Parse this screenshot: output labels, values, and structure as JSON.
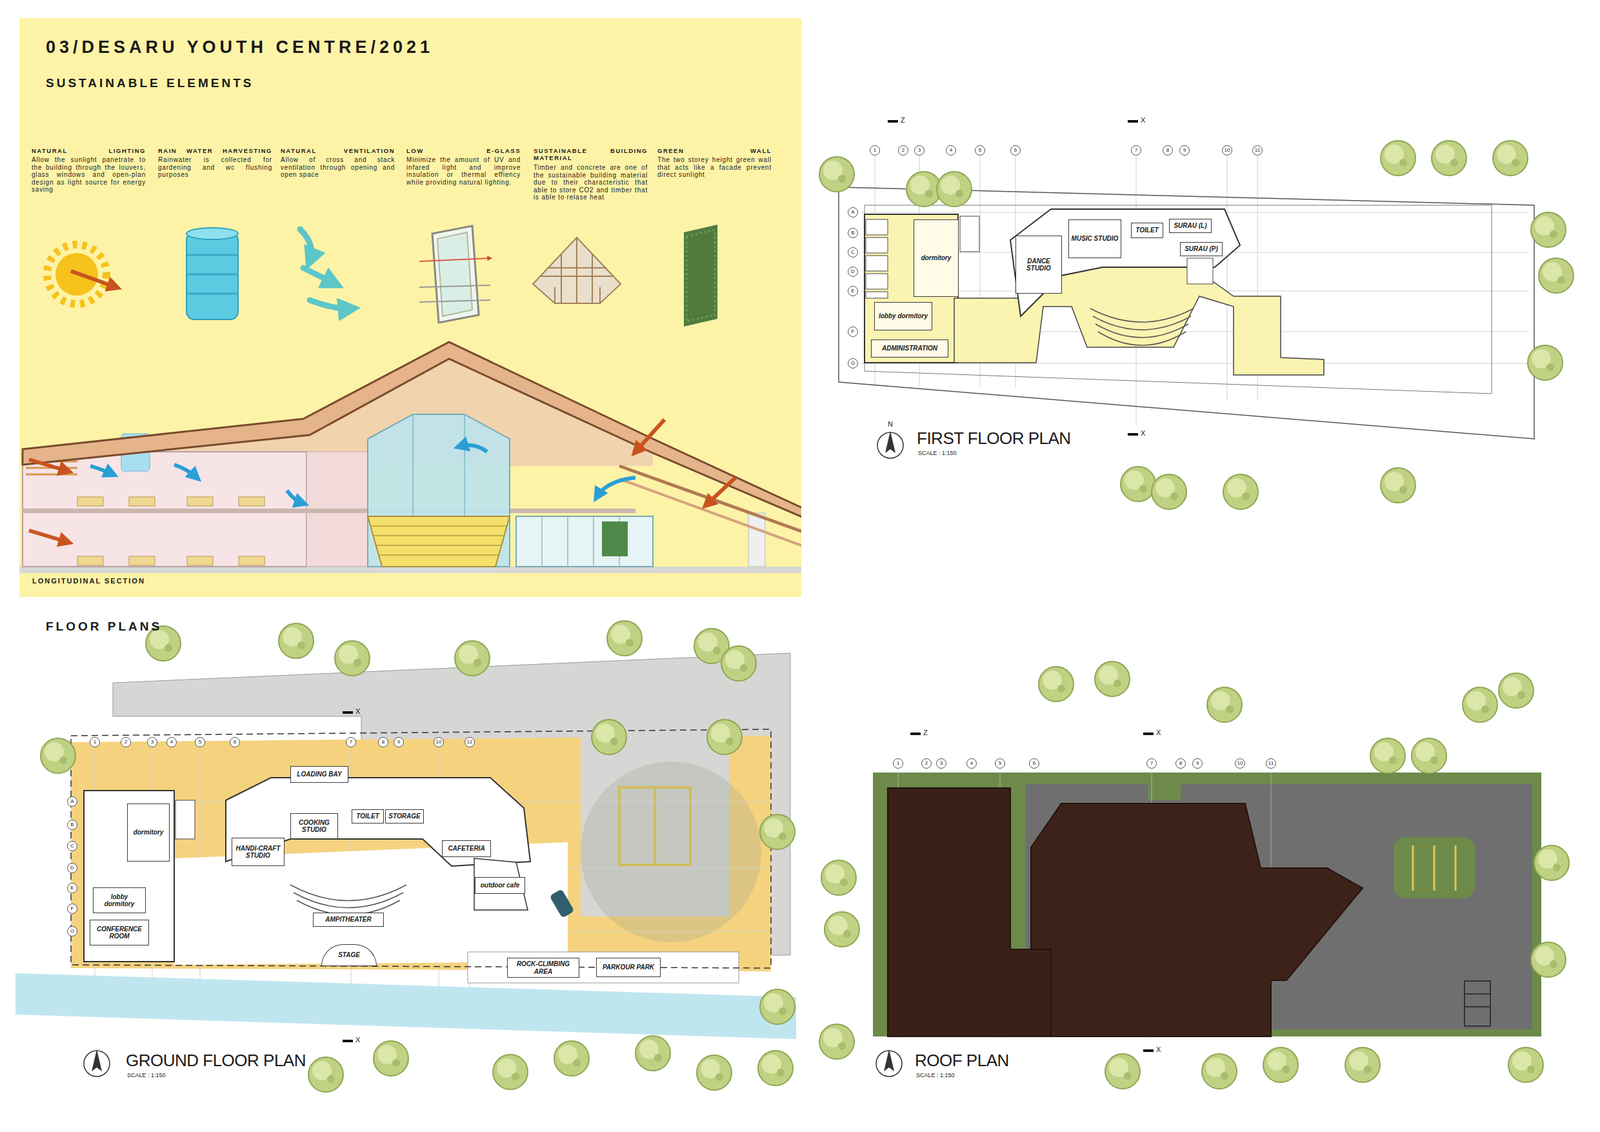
{
  "diagram": {
    "title": "03/DESARU YOUTH CENTRE/2021",
    "nodes": [
      {
        "text": [
          "dormitory"
        ]
      },
      {
        "text": [
          "lobby dormitory"
        ]
      },
      {
        "text": [
          "ADMINISTRATION"
        ]
      },
      {
        "text": [
          "DANCE STUDIO"
        ]
      },
      {
        "text": [
          "MUSIC STUDIO"
        ]
      },
      {
        "text": [
          "TOILET"
        ]
      },
      {
        "text": [
          "SURAU (L)"
        ]
      },
      {
        "text": [
          "SURAU (P)"
        ]
      },
      {
        "text": [
          "LOADING BAY"
        ]
      },
      {
        "text": [
          "HANDI-CRAFT STUDIO"
        ]
      },
      {
        "text": [
          "COOKING STUDIO"
        ]
      },
      {
        "text": [
          "TOILET"
        ]
      },
      {
        "text": [
          "STORAGE"
        ]
      },
      {
        "text": [
          "CAFETERIA"
        ]
      },
      {
        "text": [
          "outdoor cafe"
        ]
      },
      {
        "text": [
          "dormitory"
        ]
      },
      {
        "text": [
          "lobby dormitory"
        ]
      },
      {
        "text": [
          "CONFERENCE ROOM"
        ]
      },
      {
        "text": [
          "AMPITHEATER"
        ]
      },
      {
        "text": [
          "STAGE"
        ]
      },
      {
        "text": [
          "ROCK-CLIMBING AREA"
        ]
      },
      {
        "text": [
          "PARKOUR PARK"
        ]
      }
    ],
    "labels": [
      "SUSTAINABLE ELEMENTS",
      "NATURAL LIGHTING",
      "Allow the sunlight panetrate to the building through the louvers, glass windows and open-plan design as light source for energy saving",
      "RAIN WATER HARVESTING",
      "Rainwater is collected for gardening and wc flushing purposes",
      "NATURAL VENTILATION",
      "Allow of cross and stack ventilation through opening and open space",
      "LOW E-GLASS",
      "Minimize the amount of UV and infared light and improve insulation or thermal effiency while providing natural lighting.",
      "SUSTAINABLE BUILDING MATERIAL",
      "Timber and concrete are one of the sustainable building material due to their characteristic that able to store CO2 and timber that is able to relase heat",
      "GREEN WALL",
      "The two storey height green wall that acts like a facade prevent direct sunlight",
      "LONGITUDINAL SECTION",
      "FLOOR PLANS",
      "FIRST FLOOR PLAN",
      "SCALE : 1:150",
      "GROUND FLOOR PLAN",
      "SCALE : 1:150",
      "ROOF PLAN",
      "SCALE : 1:150",
      "N",
      "Z",
      "X",
      "X",
      "X",
      "X",
      "Z",
      "X",
      "X",
      "1",
      "2",
      "3",
      "4",
      "5",
      "6",
      "7",
      "8",
      "9",
      "10",
      "11",
      "A",
      "B",
      "C",
      "D",
      "E",
      "F",
      "G",
      "1",
      "2",
      "3",
      "4",
      "5",
      "6",
      "7",
      "8",
      "9",
      "10",
      "11",
      "A",
      "B",
      "C",
      "D",
      "E",
      "F",
      "G",
      "1",
      "2",
      "3",
      "4",
      "5",
      "6",
      "7",
      "8",
      "9",
      "10",
      "11"
    ]
  }
}
